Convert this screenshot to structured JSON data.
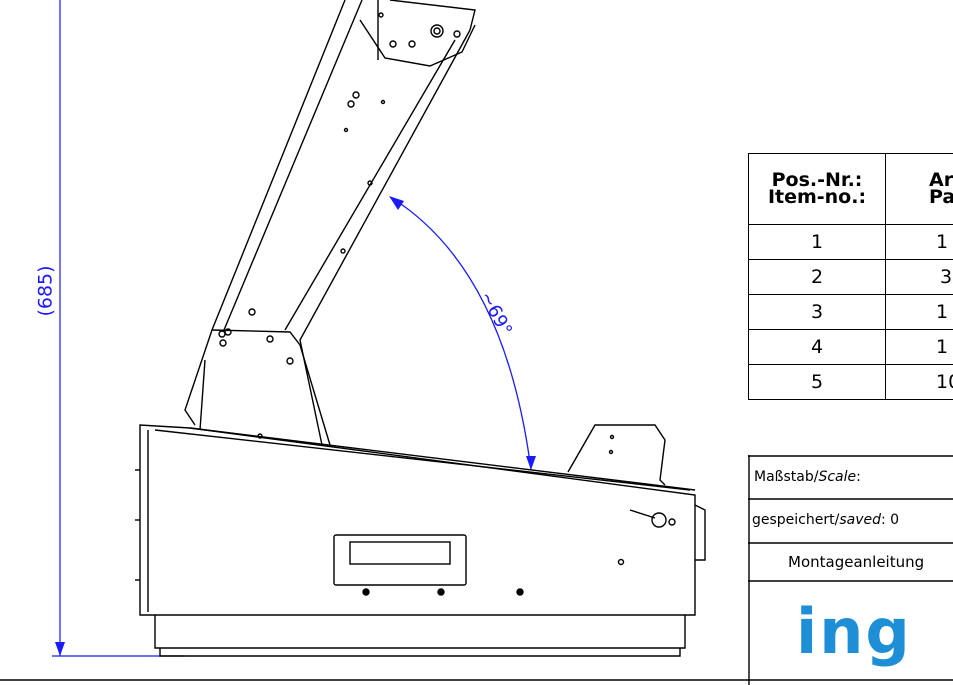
{
  "dimension": {
    "height_label": "(685)",
    "angle_label": "~69°"
  },
  "bom": {
    "header_pos": "Pos.-Nr.:",
    "header_item": "Item-no.:",
    "header_ar": "Ar",
    "header_pa": "Pa",
    "rows": [
      {
        "pos": "1",
        "val": "1"
      },
      {
        "pos": "2",
        "val": "3"
      },
      {
        "pos": "3",
        "val": "1"
      },
      {
        "pos": "4",
        "val": "1"
      },
      {
        "pos": "5",
        "val": "10"
      }
    ]
  },
  "title_block": {
    "scale_label": "Maßstab/",
    "scale_label_italic": "Scale",
    "scale_suffix": ":",
    "saved_label": "gespeichert/",
    "saved_label_italic": "saved",
    "saved_suffix": ": 0",
    "doc_title": "Montageanleitung",
    "logo_text": "ing"
  },
  "colors": {
    "dimension": "#1a1aff",
    "logo": "#1e8fd6",
    "line": "#000000"
  }
}
